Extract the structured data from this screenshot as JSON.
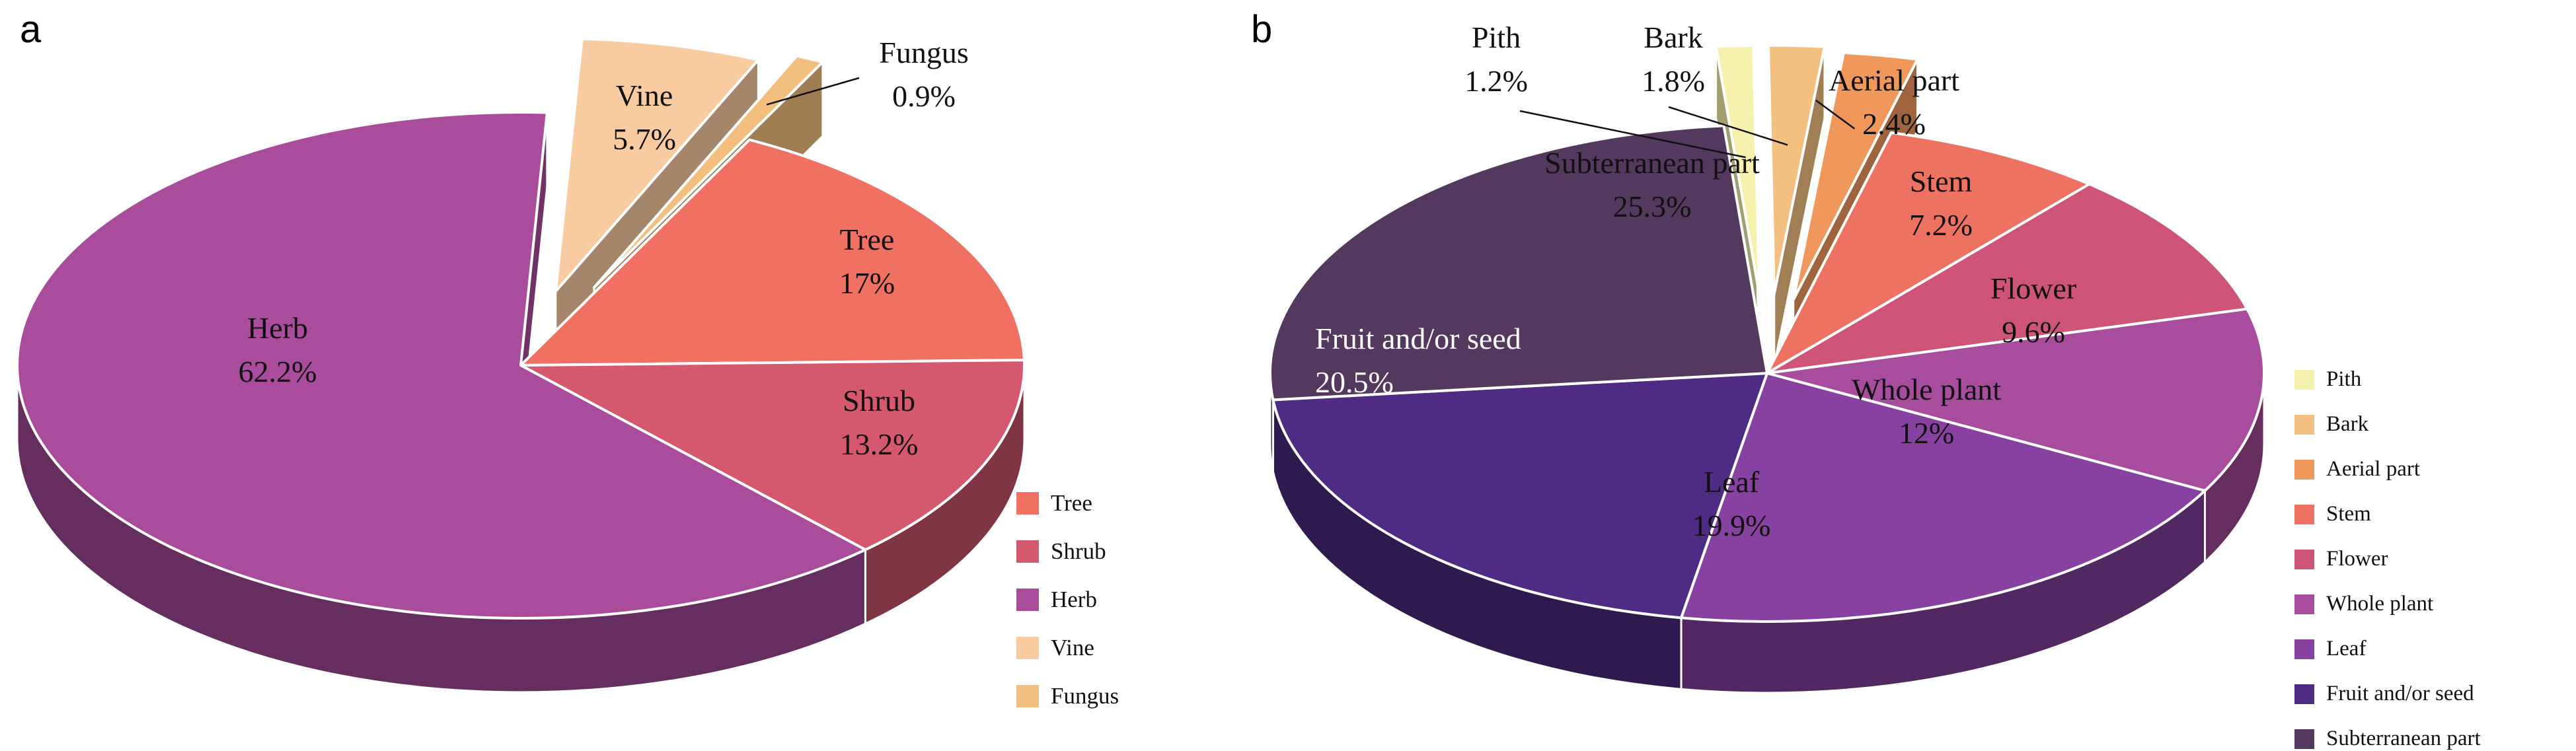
{
  "figure": {
    "background": "#ffffff",
    "panels": [
      {
        "panel_label": "a"
      },
      {
        "panel_label": "b"
      }
    ]
  },
  "chart_data": [
    {
      "type": "pie",
      "style": "3d-exploded-pie",
      "panel": "a",
      "title": "",
      "unit": "%",
      "legend_position": "right-bottom",
      "slices": [
        {
          "name": "Vine",
          "value": 5.7,
          "pct_label": "5.7%",
          "color": "#F9CBA0",
          "exploded": true,
          "label_color": "#111111"
        },
        {
          "name": "Fungus",
          "value": 0.9,
          "pct_label": "0.9%",
          "color": "#F2BF7E",
          "exploded": true,
          "label_color": "#111111"
        },
        {
          "name": "Tree",
          "value": 17,
          "pct_label": "17%",
          "color": "#F07061",
          "exploded": false,
          "label_color": "#111111"
        },
        {
          "name": "Shrub",
          "value": 13.2,
          "pct_label": "13.2%",
          "color": "#D4586E",
          "exploded": false,
          "label_color": "#111111"
        },
        {
          "name": "Herb",
          "value": 62.2,
          "pct_label": "62.2%",
          "color": "#A94C9C",
          "exploded": false,
          "label_color": "#111111"
        }
      ],
      "legend": [
        {
          "label": "Tree",
          "color": "#F07061"
        },
        {
          "label": "Shrub",
          "color": "#D4586E"
        },
        {
          "label": "Herb",
          "color": "#A94C9C"
        },
        {
          "label": "Vine",
          "color": "#F9CBA0"
        },
        {
          "label": "Fungus",
          "color": "#F2BF7E"
        }
      ]
    },
    {
      "type": "pie",
      "style": "3d-exploded-pie",
      "panel": "b",
      "title": "",
      "unit": "%",
      "legend_position": "right-bottom",
      "slices": [
        {
          "name": "Pith",
          "value": 1.2,
          "pct_label": "1.2%",
          "color": "#F6F2AE",
          "exploded": true,
          "label_color": "#111111"
        },
        {
          "name": "Bark",
          "value": 1.8,
          "pct_label": "1.8%",
          "color": "#F4C07F",
          "exploded": true,
          "label_color": "#111111"
        },
        {
          "name": "Aerial part",
          "value": 2.4,
          "pct_label": "2.4%",
          "color": "#F0975C",
          "exploded": true,
          "label_color": "#111111"
        },
        {
          "name": "Stem",
          "value": 7.2,
          "pct_label": "7.2%",
          "color": "#ED7261",
          "exploded": false,
          "label_color": "#111111"
        },
        {
          "name": "Flower",
          "value": 9.6,
          "pct_label": "9.6%",
          "color": "#CE5578",
          "exploded": false,
          "label_color": "#111111"
        },
        {
          "name": "Whole plant",
          "value": 12,
          "pct_label": "12%",
          "color": "#A84C9E",
          "exploded": false,
          "label_color": "#111111"
        },
        {
          "name": "Leaf",
          "value": 19.9,
          "pct_label": "19.9%",
          "color": "#8742A1",
          "exploded": false,
          "label_color": "#111111"
        },
        {
          "name": "Fruit and/or seed",
          "value": 20.5,
          "pct_label": "20.5%",
          "color": "#4E2C83",
          "exploded": false,
          "label_color": "#ffffff"
        },
        {
          "name": "Subterranean part",
          "value": 25.3,
          "pct_label": "25.3%",
          "color": "#54395F",
          "exploded": false,
          "label_color": "#111111"
        }
      ],
      "legend": [
        {
          "label": "Pith",
          "color": "#F6F2AE"
        },
        {
          "label": "Bark",
          "color": "#F4C07F"
        },
        {
          "label": "Aerial part",
          "color": "#F0975C"
        },
        {
          "label": "Stem",
          "color": "#ED7261"
        },
        {
          "label": "Flower",
          "color": "#CE5578"
        },
        {
          "label": "Whole plant",
          "color": "#A84C9E"
        },
        {
          "label": "Leaf",
          "color": "#8742A1"
        },
        {
          "label": "Fruit and/or seed",
          "color": "#4E2C83"
        },
        {
          "label": "Subterranean part",
          "color": "#54395F"
        }
      ]
    }
  ]
}
